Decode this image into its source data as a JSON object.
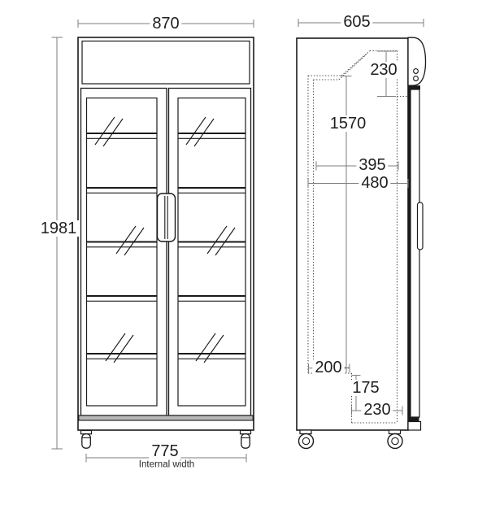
{
  "drawing": {
    "type": "technical-dimension-drawing",
    "subject": "double-glass-door-display-cooler",
    "views": [
      "front",
      "side"
    ]
  },
  "dimensions": {
    "front_width": "870",
    "front_height": "1981",
    "internal_width": "775",
    "internal_width_caption": "Internal width",
    "side_depth": "605",
    "top_section_height": "230",
    "interior_height": "1570",
    "shelf_depth": "395",
    "interior_depth": "480",
    "base_step_depth": "200",
    "base_step_height": "175",
    "base_recess_depth": "230"
  },
  "colors": {
    "outline": "#1a1a1a",
    "dimension_line": "#7d7d7d",
    "dotted_line": "#4d4d4d",
    "kick_band": "#b8b8b8",
    "background": "#ffffff"
  }
}
